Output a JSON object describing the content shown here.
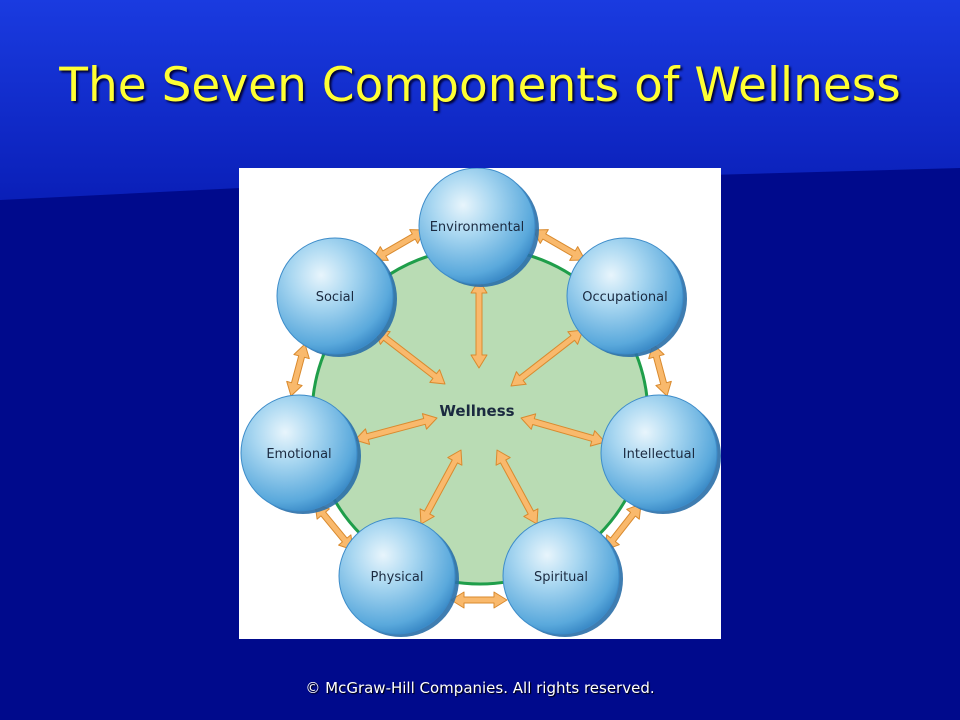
{
  "slide": {
    "title": "The Seven Components of Wellness",
    "footer": "© McGraw-Hill Companies.  All rights reserved."
  },
  "diagram": {
    "center_label": "Wellness",
    "components": [
      {
        "id": "environmental",
        "label": "Environmental"
      },
      {
        "id": "occupational",
        "label": "Occupational"
      },
      {
        "id": "intellectual",
        "label": "Intellectual"
      },
      {
        "id": "spiritual",
        "label": "Spiritual"
      },
      {
        "id": "physical",
        "label": "Physical"
      },
      {
        "id": "emotional",
        "label": "Emotional"
      },
      {
        "id": "social",
        "label": "Social"
      }
    ]
  },
  "colors": {
    "background": "#000a8c",
    "title": "#ffff33",
    "center_circle_fill": "#b9dcb4",
    "center_circle_stroke": "#1f9e4a",
    "node_fill": "#7fbde6",
    "arrow_fill": "#f9b96c",
    "arrow_stroke": "#d98a2e"
  }
}
